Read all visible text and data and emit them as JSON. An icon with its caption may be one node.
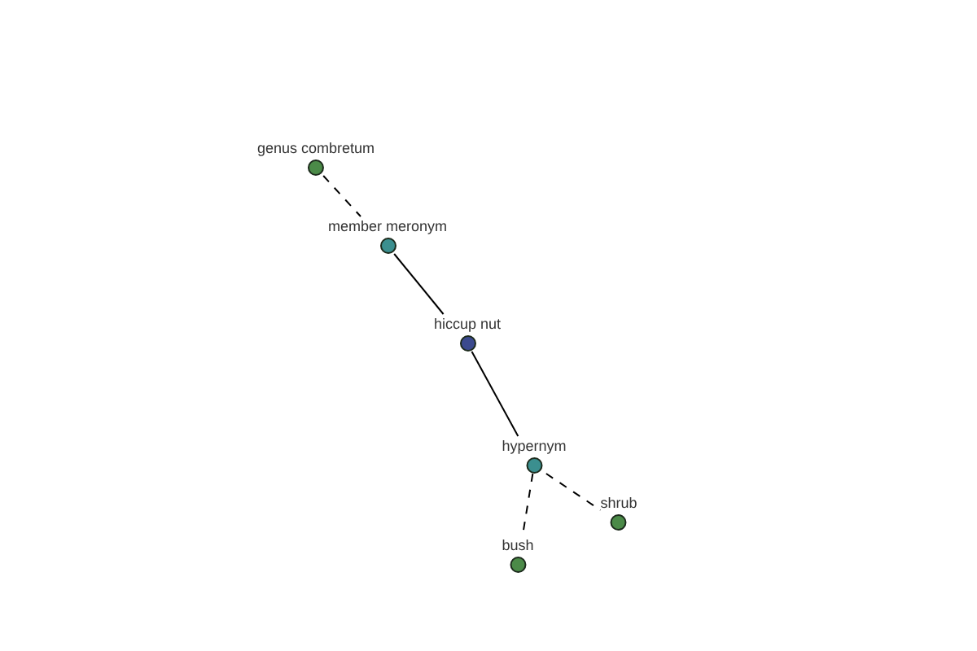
{
  "diagram": {
    "nodes": [
      {
        "text": [
          "genus combretum"
        ]
      },
      {
        "text": [
          "member meronym"
        ]
      },
      {
        "text": [
          "hiccup nut"
        ]
      },
      {
        "text": [
          "hypernym"
        ]
      },
      {
        "text": [
          "shrub"
        ]
      },
      {
        "text": [
          "bush"
        ]
      }
    ],
    "edges": [
      {
        "from": 0,
        "to": 1,
        "arrow": "none",
        "style": "dashed"
      },
      {
        "from": 1,
        "to": 2,
        "arrow": "none"
      },
      {
        "from": 2,
        "to": 3,
        "arrow": "none"
      },
      {
        "from": 3,
        "to": 4,
        "arrow": "none",
        "style": "dashed"
      },
      {
        "from": 3,
        "to": 5,
        "arrow": "none",
        "style": "dashed"
      }
    ]
  }
}
